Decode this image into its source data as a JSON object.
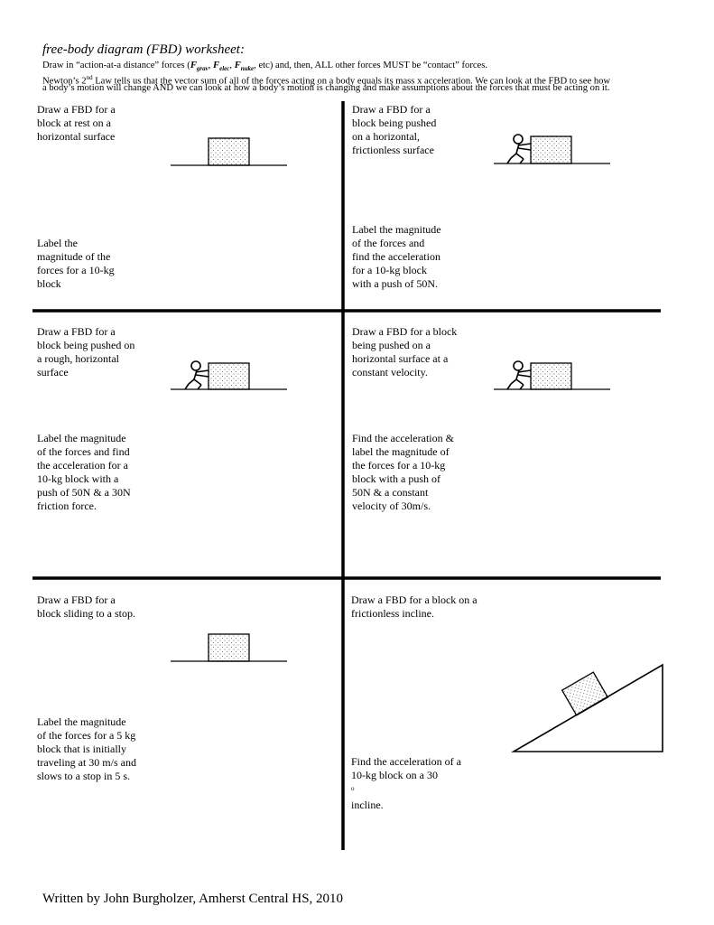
{
  "header": {
    "title": "free-body diagram (FBD) worksheet:",
    "line1_a": "Draw in “action-at-a distance” forces (",
    "f_grav_F": "F",
    "f_grav_sub": "grav",
    "f_elec_F": "F",
    "f_elec_sub": "elec",
    "f_nuke_F": "F",
    "f_nuke_sub": "nuke",
    "line1_b": ", etc) and, then, ALL other forces MUST be “contact” forces.",
    "line2_a": "Newton’s 2",
    "line2_sup": "nd",
    "line2_b": " Law tells us that the vector sum of all of the forces acting on a body equals its mass x acceleration.  We can look at the FBD to see how",
    "line3": "a body’s motion will change AND we can look at how a body’s motion is changing and make assumptions about the forces that must be acting on it."
  },
  "problems": {
    "p1": {
      "draw": [
        "Draw a FBD for a",
        "block at rest on a",
        "horizontal surface"
      ],
      "label": [
        "Label the",
        "magnitude of the",
        "forces for a 10-kg",
        "block"
      ]
    },
    "p2": {
      "draw": [
        "Draw a FBD for a",
        "block being pushed",
        "on a horizontal,",
        "frictionless surface"
      ],
      "label": [
        "Label the magnitude",
        "of the forces and",
        "find the acceleration",
        "for a 10-kg block",
        "with a push of 50N."
      ]
    },
    "p3": {
      "draw": [
        "Draw a FBD for a",
        "block being pushed on",
        "a rough, horizontal",
        "surface"
      ],
      "label": [
        "Label the magnitude",
        "of the forces and find",
        "the acceleration for a",
        "10-kg block with a",
        "push of 50N & a 30N",
        "friction force."
      ]
    },
    "p4": {
      "draw": [
        "Draw a FBD for a block",
        "being pushed on a",
        "horizontal surface at a",
        "constant velocity."
      ],
      "label": [
        "Find the acceleration  &",
        "label the magnitude of",
        "the forces for a 10-kg",
        "block with a push of",
        "50N & a constant",
        "velocity of 30m/s."
      ]
    },
    "p5": {
      "draw": [
        "Draw a FBD for a",
        "block sliding to a stop."
      ],
      "label": [
        "Label the magnitude",
        "of the forces for a 5 kg",
        "block that is initially",
        "traveling at 30 m/s and",
        "slows to a stop in 5 s."
      ]
    },
    "p6": {
      "draw": [
        "Draw a FBD for a block on a",
        "frictionless incline."
      ],
      "label_1": "Find the acceleration of a",
      "label_2a": "10-kg block on a 30",
      "label_2sup": "o",
      "label_2b": " incline."
    }
  },
  "footer": "Written by John Burgholzer, Amherst Central HS, 2010"
}
